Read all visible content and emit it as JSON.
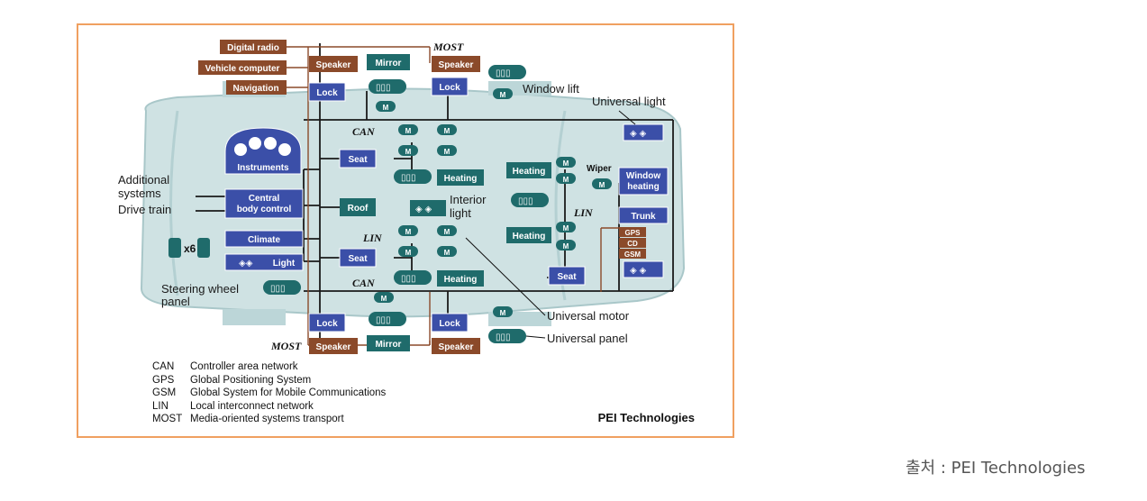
{
  "boxes": {
    "digital_radio": "Digital radio",
    "vehicle_computer": "Vehicle computer",
    "navigation": "Navigation",
    "speaker": "Speaker",
    "mirror": "Mirror",
    "lock": "Lock",
    "instruments": "Instruments",
    "central_body_control_line1": "Central",
    "central_body_control_line2": "body control",
    "climate": "Climate",
    "light": "Light",
    "seat": "Seat",
    "roof": "Roof",
    "heating": "Heating",
    "window_heating_line1": "Window",
    "window_heating_line2": "heating",
    "trunk": "Trunk",
    "gps": "GPS",
    "cd": "CD",
    "gsm": "GSM",
    "motor_symbol": "M",
    "x6": "x6"
  },
  "bus_labels": {
    "most": "MOST",
    "can": "CAN",
    "lin": "LIN"
  },
  "annotations": {
    "window_lift": "Window lift",
    "universal_light": "Universal light",
    "wiper": "Wiper",
    "additional_systems_line1": "Additional",
    "additional_systems_line2": "systems",
    "drive_train": "Drive train",
    "interior_light_line1": "Interior",
    "interior_light_line2": "light",
    "steering_wheel_panel_line1": "Steering wheel",
    "steering_wheel_panel_line2": "panel",
    "universal_motor": "Universal motor",
    "universal_panel": "Universal panel"
  },
  "legend": [
    {
      "abbr": "CAN",
      "text": "Controller area network"
    },
    {
      "abbr": "GPS",
      "text": "Global Positioning System"
    },
    {
      "abbr": "GSM",
      "text": "Global System for Mobile Communications"
    },
    {
      "abbr": "LIN",
      "text": "Local interconnect network"
    },
    {
      "abbr": "MOST",
      "text": "Media-oriented systems transport"
    }
  ],
  "brand": "PEI Technologies",
  "source_caption": "출처 : PEI Technologies",
  "colors": {
    "blue_box": "#3b4fa8",
    "teal_box": "#1f6b6b",
    "brown_box": "#8b4a2a",
    "frame_border": "#f0a060",
    "car_body": "#c9dfe0"
  }
}
